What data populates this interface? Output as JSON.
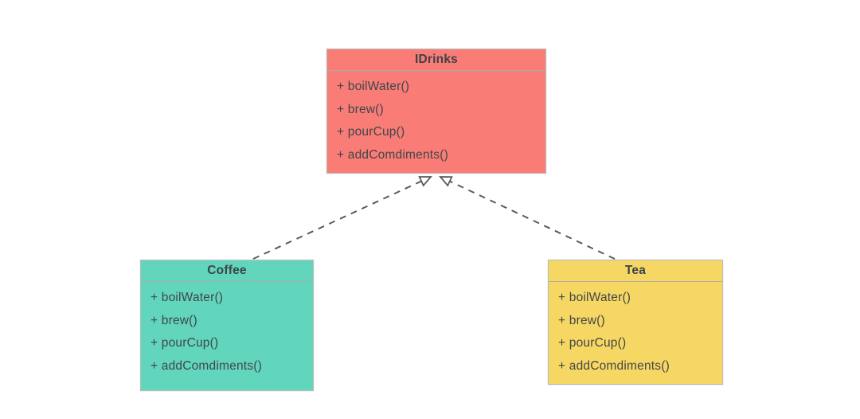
{
  "diagram_type": "uml-class-diagram",
  "colors": {
    "background": "#FFFFFF",
    "idrinks_fill": "#F97C77",
    "coffee_fill": "#62D5BD",
    "tea_fill": "#F7D763",
    "box_border": "#B9BDBA",
    "text": "#41464A",
    "arrow": "#575C5E"
  },
  "classes": [
    {
      "name": "IDrinks",
      "role": "interface",
      "methods": [
        "+ boilWater()",
        "+ brew()",
        "+ pourCup()",
        "+ addComdiments()"
      ]
    },
    {
      "name": "Coffee",
      "role": "implementation",
      "methods": [
        "+ boilWater()",
        "+ brew()",
        "+ pourCup()",
        "+ addComdiments()"
      ]
    },
    {
      "name": "Tea",
      "role": "implementation",
      "methods": [
        "+ boilWater()",
        "+ brew()",
        "+ pourCup()",
        "+ addComdiments()"
      ]
    }
  ],
  "relations": [
    {
      "from": "Coffee",
      "to": "IDrinks",
      "line": "dashed",
      "arrowhead": "hollow-triangle"
    },
    {
      "from": "Tea",
      "to": "IDrinks",
      "line": "dashed",
      "arrowhead": "hollow-triangle"
    }
  ]
}
